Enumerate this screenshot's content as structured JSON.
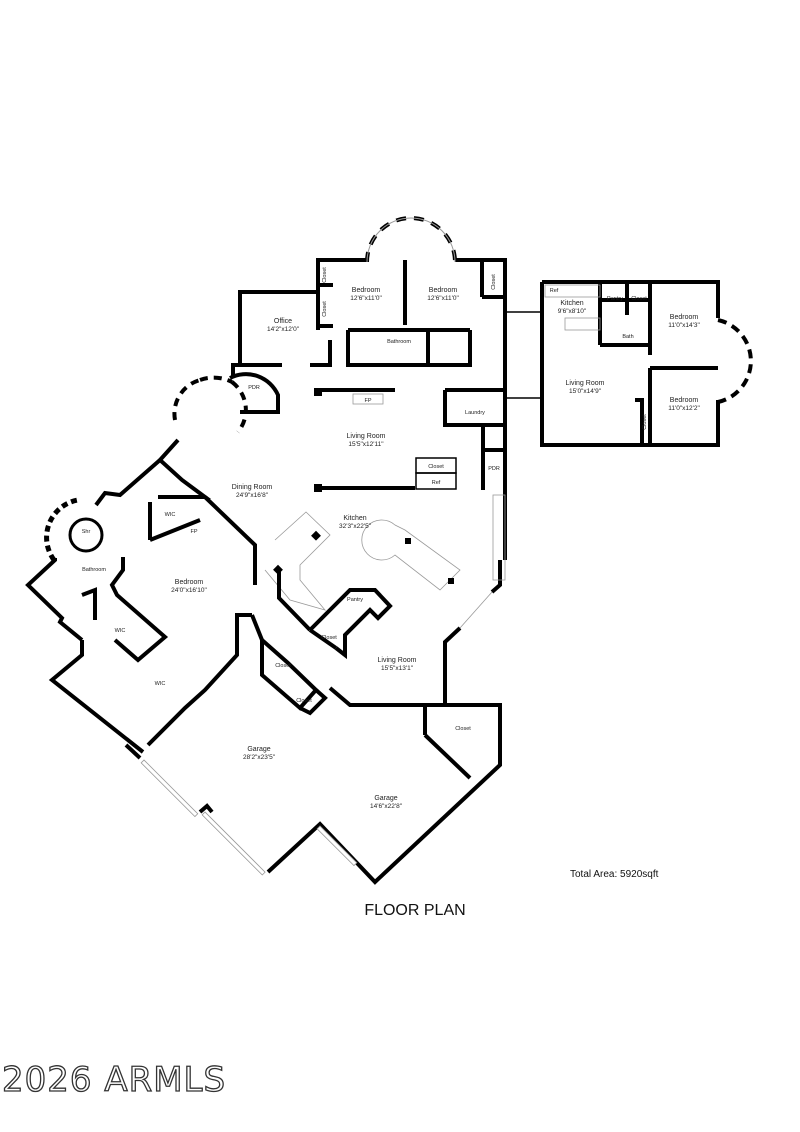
{
  "title": "FLOOR PLAN",
  "total_area": "Total Area: 5920sqft",
  "watermark": "2026 ARMLS",
  "main_house": {
    "office": {
      "name": "Office",
      "dim": "14'2\"x12'0\""
    },
    "bedroom1": {
      "name": "Bedroom",
      "dim": "12'6\"x11'0\""
    },
    "bedroom2": {
      "name": "Bedroom",
      "dim": "12'6\"x11'0\""
    },
    "bathroom": "Bathroom",
    "closet_a": "Closet",
    "closet_b": "Closet",
    "closet_c": "Closet",
    "pdr1": "PDR",
    "fp1": "FP",
    "living1": {
      "name": "Living Room",
      "dim": "15'5\"x12'11\""
    },
    "laundry": "Laundry",
    "closet_d": "Closet",
    "ref": "Ref",
    "pdr2": "PDR",
    "dining": {
      "name": "Dining Room",
      "dim": "24'9\"x16'8\""
    },
    "kitchen": {
      "name": "Kitchen",
      "dim": "32'3\"x22'5\""
    },
    "wic1": "WIC",
    "fp2": "FP",
    "shr": "Shr",
    "master_bath": "Bathroom",
    "master_bed": {
      "name": "Bedroom",
      "dim": "24'0\"x16'10\""
    },
    "wic2": "WIC",
    "wic3": "WIC",
    "pantry": "Pantry",
    "closet_e": "Closet",
    "closet_f": "Closet",
    "closet_g": "Closet",
    "living2": {
      "name": "Living Room",
      "dim": "15'5\"x13'1\""
    },
    "closet_h": "Closet",
    "garage1": {
      "name": "Garage",
      "dim": "28'2\"x23'5\""
    },
    "garage2": {
      "name": "Garage",
      "dim": "14'6\"x22'8\""
    }
  },
  "guest_house": {
    "ref": "Ref",
    "kitchen": {
      "name": "Kitchen",
      "dim": "9'6\"x8'10\""
    },
    "pantry": "Pantry",
    "closet1": "Closet",
    "bath": "Bath",
    "bedroom1": {
      "name": "Bedroom",
      "dim": "11'0\"x14'3\""
    },
    "living": {
      "name": "Living Room",
      "dim": "15'0\"x14'9\""
    },
    "bedroom2": {
      "name": "Bedroom",
      "dim": "11'0\"x12'2\""
    },
    "closet2": "Closet"
  }
}
